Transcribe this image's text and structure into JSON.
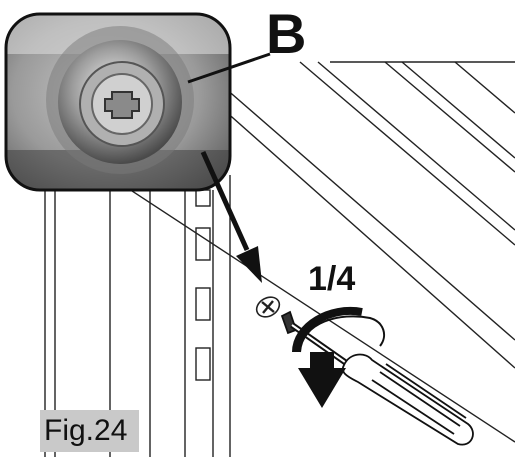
{
  "callout_letter": "B",
  "rotation_label": "1/4",
  "figure_label": "Fig.24",
  "colors": {
    "ink": "#111111",
    "label_background": "#c9c9c9",
    "photo_inset": "#8a8a8a"
  },
  "icons": [
    "detail-photo-inset",
    "screw-icon",
    "screwdriver-icon",
    "rotation-arrow-icon",
    "pointer-arrow-icon"
  ]
}
